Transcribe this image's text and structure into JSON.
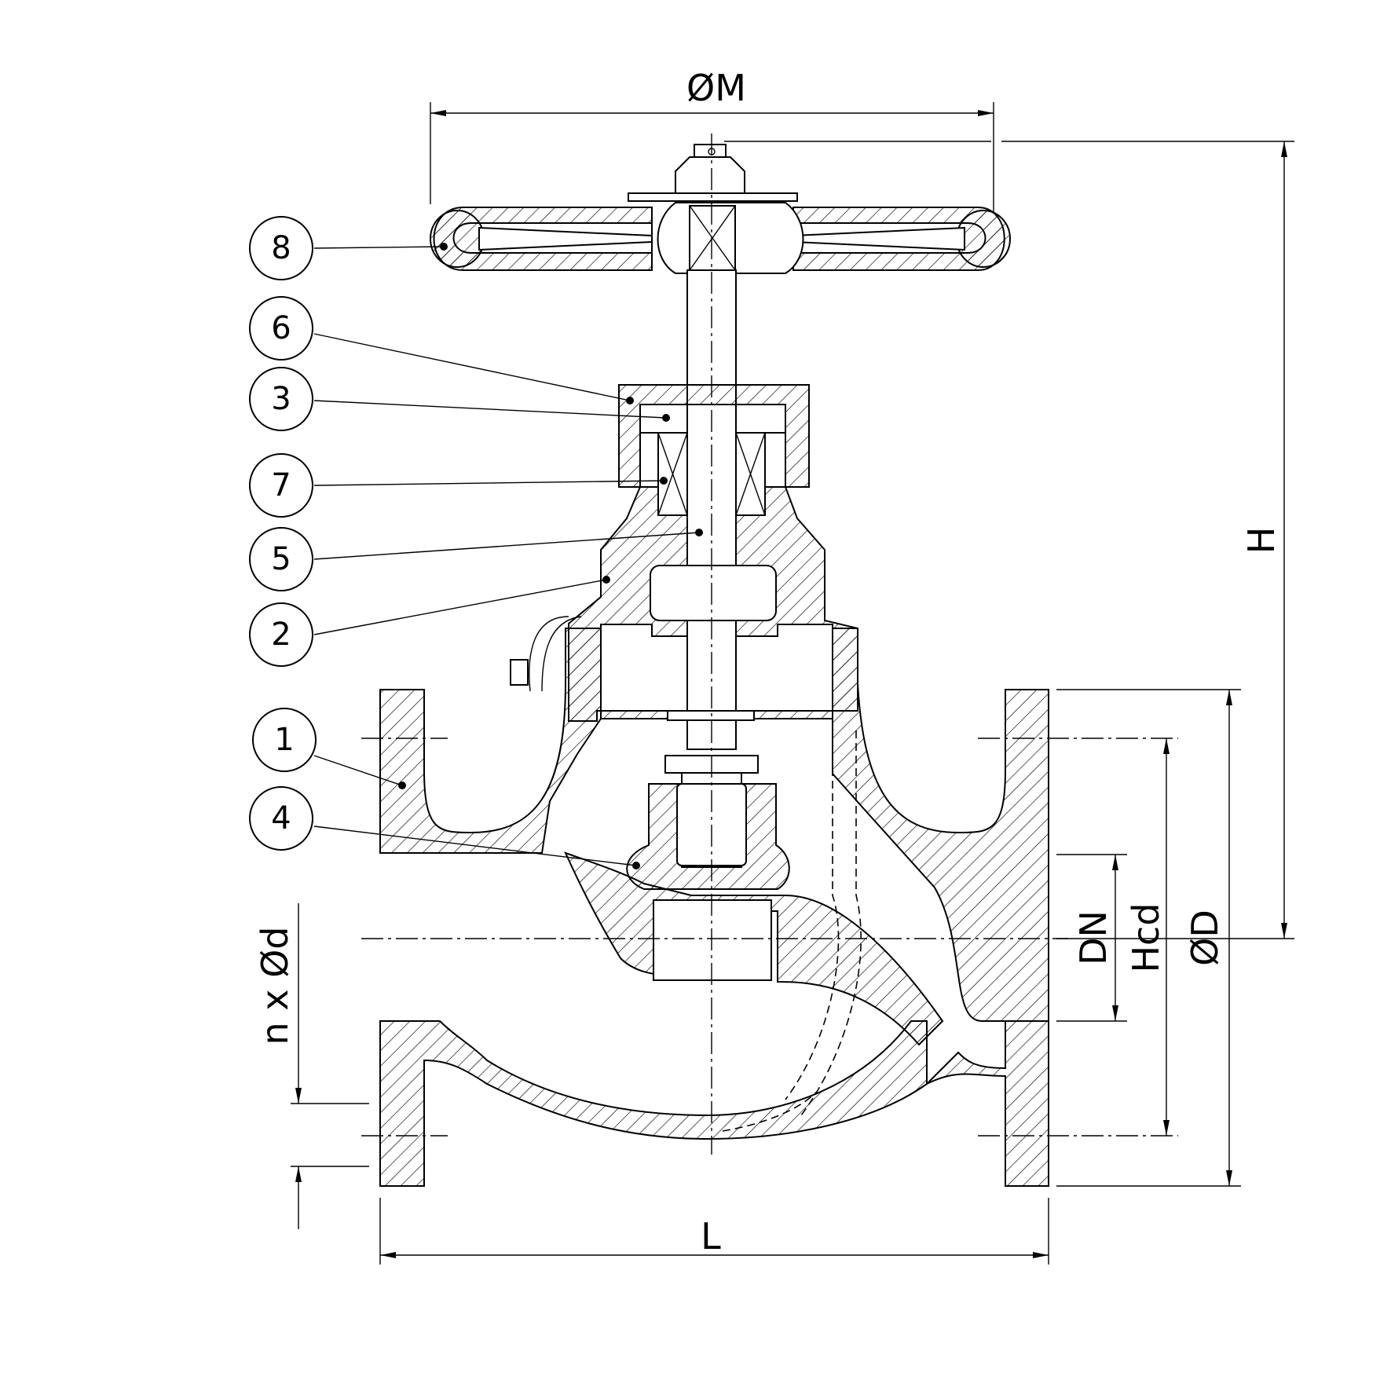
{
  "dimensions": {
    "M": "ØM",
    "H": "H",
    "DN": "DN",
    "Hcd": "Hcd",
    "D": "ØD",
    "L": "L",
    "nxd": "n x Ød"
  },
  "balloons": [
    {
      "id": "b8",
      "text": "8"
    },
    {
      "id": "b6",
      "text": "6"
    },
    {
      "id": "b3",
      "text": "3"
    },
    {
      "id": "b7",
      "text": "7"
    },
    {
      "id": "b5",
      "text": "5"
    },
    {
      "id": "b2",
      "text": "2"
    },
    {
      "id": "b1",
      "text": "1"
    },
    {
      "id": "b4",
      "text": "4"
    }
  ]
}
